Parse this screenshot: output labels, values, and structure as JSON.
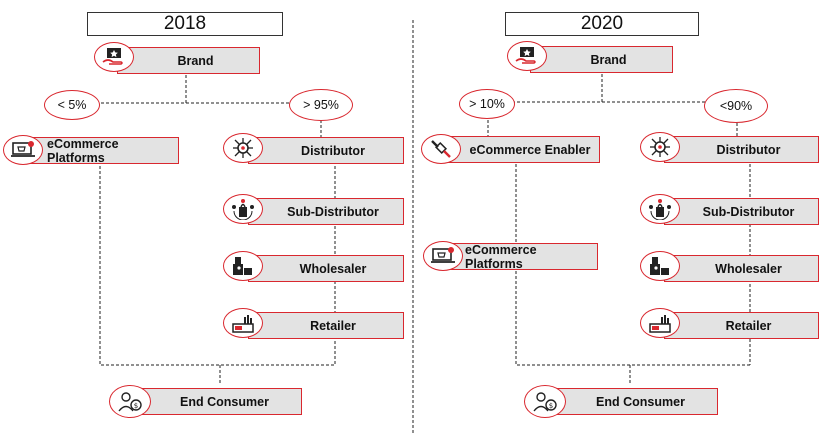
{
  "panels": [
    {
      "year": "2018",
      "brand": "Brand",
      "left_share": "< 5%",
      "right_share": "> 95%",
      "ecommerce": "eCommerce Platforms",
      "distributor": "Distributor",
      "sub_distributor": "Sub-Distributor",
      "wholesaler": "Wholesaler",
      "retailer": "Retailer",
      "consumer": "End Consumer"
    },
    {
      "year": "2020",
      "brand": "Brand",
      "left_share": "> 10%",
      "right_share": "<90%",
      "enabler": "eCommerce Enabler",
      "ecommerce": "eCommerce Platforms",
      "distributor": "Distributor",
      "sub_distributor": "Sub-Distributor",
      "wholesaler": "Wholesaler",
      "retailer": "Retailer",
      "consumer": "End Consumer"
    }
  ],
  "colors": {
    "accent": "#d9282f",
    "box_fill": "#e3e3e3"
  }
}
